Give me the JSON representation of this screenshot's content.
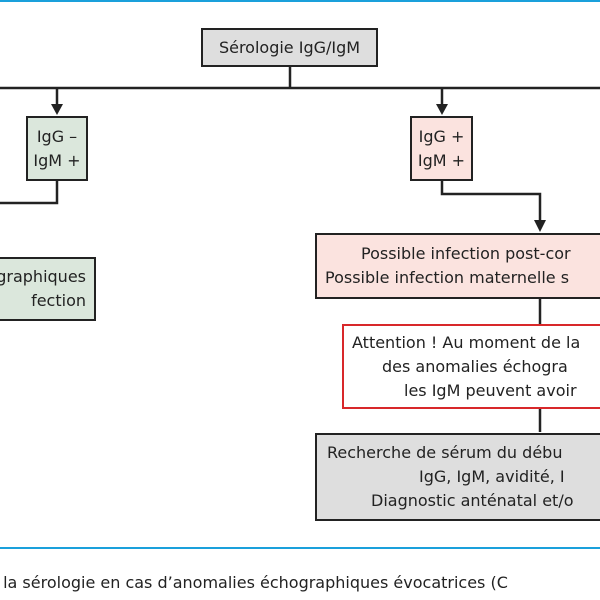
{
  "serologie_box": "Sérologie IgG/IgM",
  "left_branch": {
    "line1": "IgG –",
    "line2": "IgM +"
  },
  "right_branch": {
    "line1": "IgG +",
    "line2": "IgM +"
  },
  "left_result": {
    "line1": "graphiques",
    "line2": "fection"
  },
  "possible_box": {
    "line1": "Possible infection post-cor",
    "line2": "Possible infection maternelle s"
  },
  "attention_box": {
    "line1": "Attention ! Au moment de la",
    "line2": "des anomalies échogra",
    "line3": "les IgM peuvent avoir"
  },
  "recherche_box": {
    "line1": "Recherche de sérum du débu",
    "line2": "IgG, IgM, avidité, I",
    "line3": "Diagnostic anténatal et/o"
  },
  "caption": "de la sérologie en cas d’anomalies échographiques évocatrices (C",
  "colors": {
    "accent_rule": "#1aa0db",
    "grey_box": "#dedede",
    "green_box": "#dbe7dc",
    "pink_box": "#fbe3df",
    "warning_border": "#d8282a"
  }
}
